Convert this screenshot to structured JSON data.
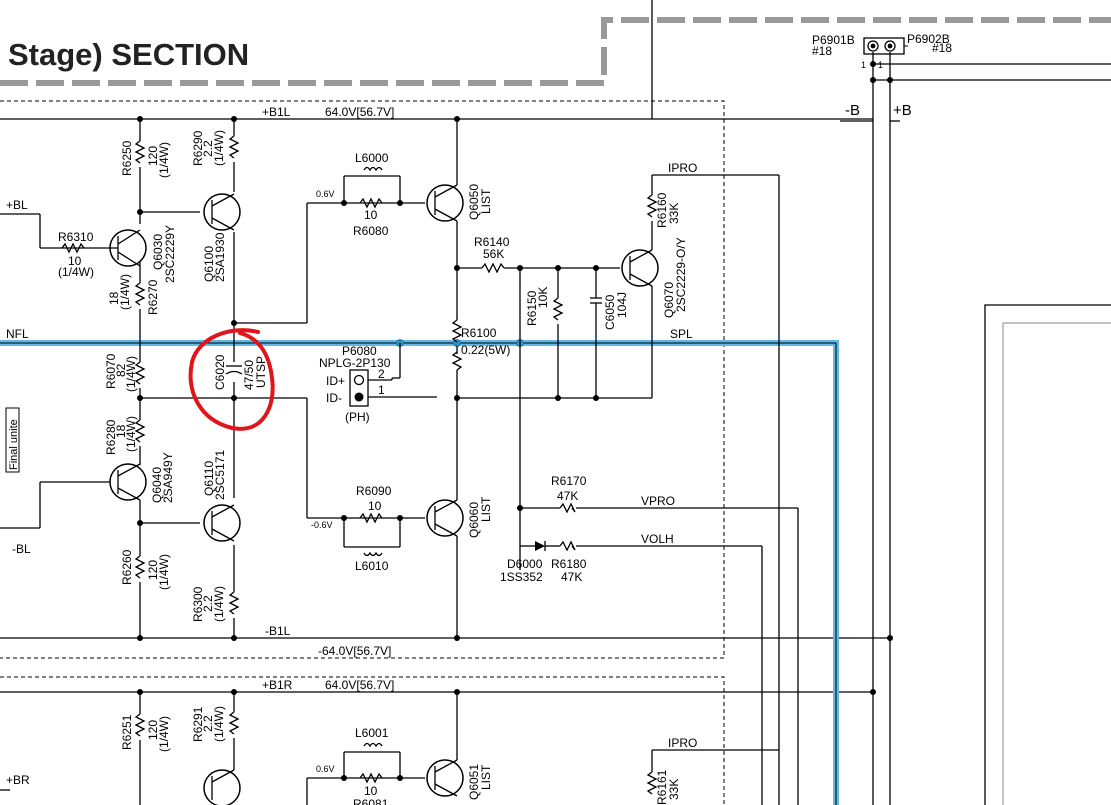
{
  "header": {
    "title": "Stage) SECTION"
  },
  "connectors": {
    "p6901b": "P6901B",
    "p6901b_pins": "#18",
    "p6902b": "P6902B",
    "p6902b_pins": "#18",
    "pin1a": "1",
    "pin1b": "1"
  },
  "rails": {
    "minus_b": "-B",
    "plus_b": "+B",
    "b1l": "+B1L",
    "b1l_volt": "64.0V[56.7V]",
    "mb1l": "-B1L",
    "mb1l_volt": "-64.0V[56.7V]",
    "b1r": "+B1R",
    "b1r_volt": "64.0V[56.7V]",
    "bl_plus": "+BL",
    "bl_minus": "-BL",
    "br_plus": "+BR",
    "nfl": "NFL",
    "spl": "SPL",
    "ipro": "IPRO",
    "ipro2": "IPRO",
    "vpro": "VPRO",
    "volh": "VOLH"
  },
  "components": {
    "r6250": "R6250",
    "r6250_val": "120",
    "r6250_pw": "(1/4W)",
    "r6290": "R6290",
    "r6290_val": "2.2",
    "r6290_pw": "(1/4W)",
    "r6310": "R6310",
    "r6310_val": "10",
    "r6310_pw": "(1/4W)",
    "q6030": "Q6030",
    "q6030_type": "2SC2229Y",
    "q6100": "Q6100",
    "q6100_type": "2SA1930",
    "r6270": "R6270",
    "r6270_val": "18",
    "r6270_pw": "(1/4W)",
    "l6000": "L6000",
    "r6080": "R6080",
    "r6080_val": "10",
    "v06": "0.6V",
    "q6050": "Q6050",
    "q6050_type": "LIST",
    "r6160": "R6160",
    "r6160_val": "33K",
    "r6140": "R6140",
    "r6140_val": "56K",
    "q6070": "Q6070",
    "q6070_type": "2SC2229-O/Y",
    "r6150": "R6150",
    "r6150_val": "10K",
    "c6050": "C6050",
    "c6050_val": "104J",
    "r6100": "R6100",
    "r6100_val": "0.22(5W)",
    "r6070": "R6070",
    "r6070_val": "82",
    "r6070_pw": "(1/4W)",
    "c6020": "C6020",
    "c6020_val": "47/50",
    "c6020_type": "UTSP",
    "p6080": "P6080",
    "p6080_type": "NPLG-2P130",
    "id_plus": "ID+",
    "id_minus": "ID-",
    "ph": "(PH)",
    "pin2": "2",
    "pin1": "1",
    "final_unit": "Final unite",
    "r6280": "R6280",
    "r6280_val": "18",
    "r6280_pw": "(1/4W)",
    "q6040": "Q6040",
    "q6040_type": "2SA949Y",
    "q6110": "Q6110",
    "q6110_type": "2SC5171",
    "r6090": "R6090",
    "r6090_val": "10",
    "vm06": "-0.6V",
    "q6060": "Q6060",
    "q6060_type": "LIST",
    "l6010": "L6010",
    "r6170": "R6170",
    "r6170_val": "47K",
    "d6000": "D6000",
    "d6000_type": "1SS352",
    "r6180": "R6180",
    "r6180_val": "47K",
    "r6260": "R6260",
    "r6260_val": "120",
    "r6260_pw": "(1/4W)",
    "r6300": "R6300",
    "r6300_val": "2.2",
    "r6300_pw": "(1/4W)",
    "r6251": "R6251",
    "r6251_val": "120",
    "r6251_pw": "(1/4W)",
    "r6291": "R6291",
    "r6291_val": "2.2",
    "r6291_pw": "(1/4W)",
    "l6001": "L6001",
    "v06b": "0.6V",
    "r6081_val": "10",
    "r6081": "R6081",
    "q6051": "Q6051",
    "q6051_type": "LIST",
    "r6161": "R6161",
    "r6161_val": "33K"
  },
  "colors": {
    "highlight": "#5fb8e6",
    "annotation": "#e0151b",
    "wire": "#000000"
  }
}
